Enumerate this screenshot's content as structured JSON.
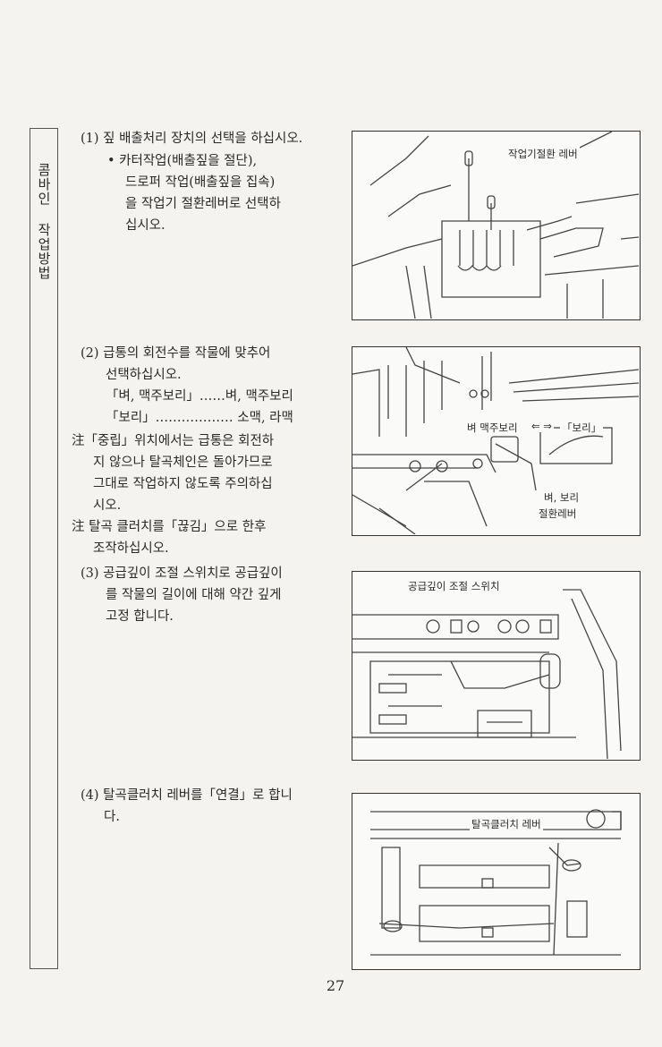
{
  "sidebar": {
    "title": "콤바인 작업방법"
  },
  "section1": {
    "heading": "(1) 짚 배출처리 장치의 선택을 하십시오.",
    "lines": [
      "• 카터작업(배출짚을 절단),",
      "드로퍼 작업(배출짚을 집속)",
      "을 작업기 절환레버로 선택하",
      "십시오."
    ]
  },
  "section2": {
    "heading": "(2) 급통의 회전수를 작물에 맞추어",
    "lines": [
      "선택하십시오.",
      "「벼, 맥주보리」……벼, 맥주보리",
      "「보리」……………… 소맥, 라맥"
    ],
    "note1": [
      "注「중립」위치에서는 급통은 회전하",
      "지 않으나 탈곡체인은 돌아가므로",
      "그대로 작업하지 않도록 주의하십",
      "시오."
    ],
    "note2": [
      "注 탈곡 클러치를「끊김」으로 한후",
      "조작하십시오."
    ]
  },
  "section3": {
    "heading": "(3) 공급깊이 조절 스위치로 공급깊이",
    "lines": [
      "를 작물의 길이에 대해 약간 깊게",
      "고정 합니다."
    ]
  },
  "section4": {
    "heading": "(4) 탈곡클러치 레버를「연결」로 합니",
    "lines": [
      "다."
    ]
  },
  "figures": {
    "fig1": {
      "label": "작업기절환 레버"
    },
    "fig2": {
      "label_a": "벼 맥주보리",
      "arrows": "⇐ ⇒",
      "label_b": "「보리」",
      "label_c": "벼, 보리",
      "label_d": "절환레버"
    },
    "fig3": {
      "label": "공급깊이 조절 스위치"
    },
    "fig4": {
      "label": "탈곡클러치 레버"
    }
  },
  "page_number": "27"
}
